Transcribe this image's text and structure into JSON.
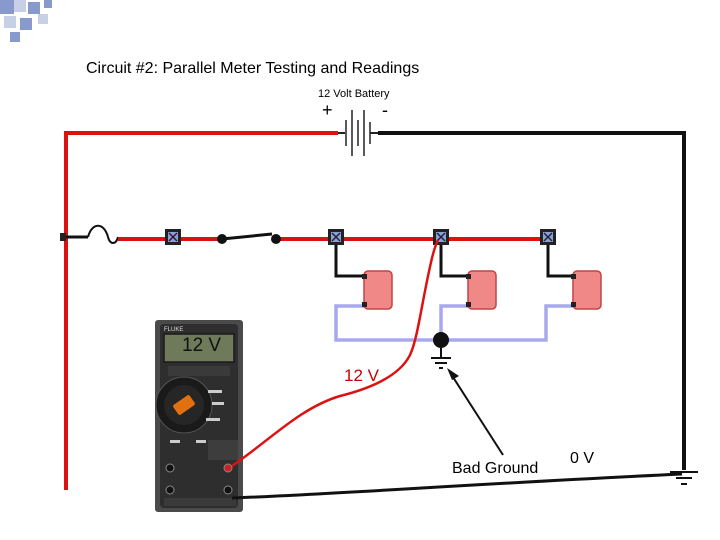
{
  "title": "Circuit #2: Parallel Meter Testing and Readings",
  "battery": {
    "label": "12 Volt Battery",
    "positive": "+",
    "negative": "-"
  },
  "meter": {
    "display": "12 V",
    "brand": "FLUKE"
  },
  "readings": {
    "wire_reading": "12 V",
    "ground_reading": "0 V"
  },
  "annotation": {
    "bad_ground": "Bad Ground"
  },
  "colors": {
    "hot_wire": "#dd1111",
    "ground_wire": "#111111",
    "lamp_wire": "#a8a8ee",
    "lamp": "#f08888"
  }
}
